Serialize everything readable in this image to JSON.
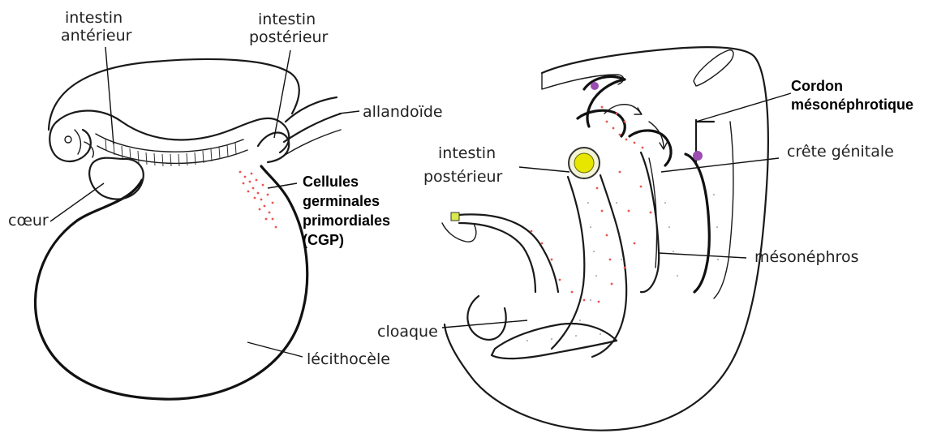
{
  "labels": {
    "intestin_anterieur_1": "intestin",
    "intestin_anterieur_2": "antérieur",
    "intestin_posterieur_left_1": "intestin",
    "intestin_posterieur_left_2": "postérieur",
    "allandoide": "allandoïde",
    "cellules_1": "Cellules",
    "cellules_2": "germinales",
    "cellules_3": "primordiales",
    "cellules_4": "(CGP)",
    "coeur": "cœur",
    "lecithocele": "lécithocèle",
    "cordon_1": "Cordon",
    "cordon_2": "mésonéphrotique",
    "intestin_posterieur_right_1": "intestin",
    "intestin_posterieur_right_2": "postérieur",
    "crete_genitale": "crête génitale",
    "mesonephros": "mésonéphros",
    "cloaque": "cloaque"
  },
  "colors": {
    "germ_cells": "#e8564d",
    "gut_lumen": "#e6e600",
    "cord_dot": "#9b4db0"
  }
}
